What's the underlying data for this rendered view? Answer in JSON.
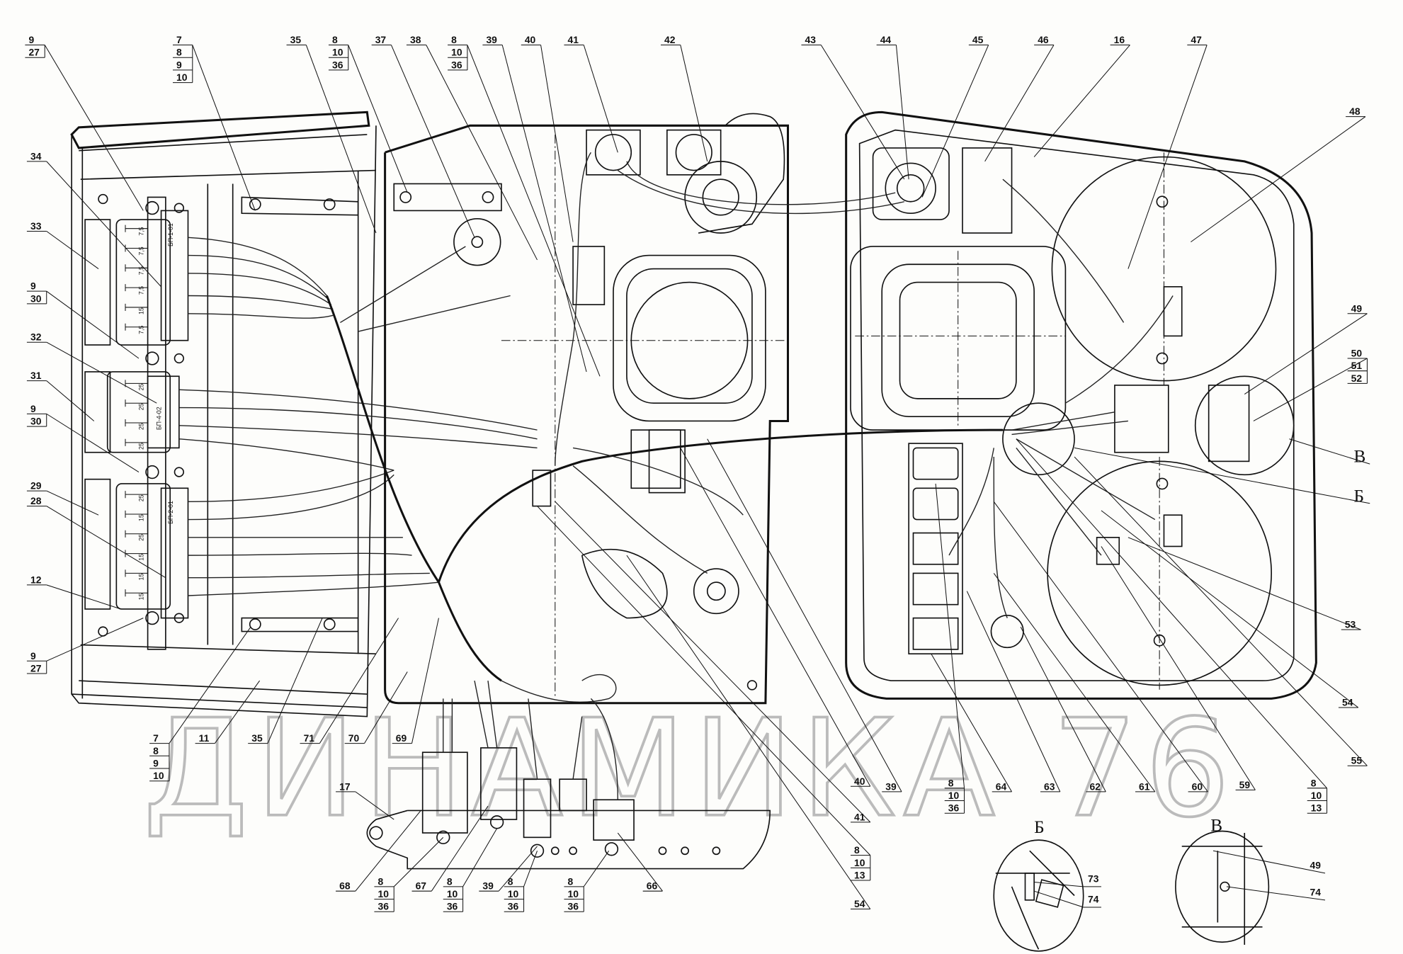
{
  "drawing": {
    "watermark": "ДИНАМИКА 76",
    "connectors": [
      "БП-1-01",
      "БП-4-02",
      "БП-2-01"
    ],
    "fuse_ratings": {
      "block_1": [
        "7,5",
        "7,5",
        "7,5",
        "7,5",
        "15",
        "7,5"
      ],
      "block_4": [
        "25",
        "25",
        "25",
        "25"
      ],
      "block_2": [
        "25",
        "15",
        "25",
        "15",
        "15",
        "15"
      ]
    },
    "detail_views": [
      {
        "title": "Б",
        "callouts": [
          "73",
          "74"
        ]
      },
      {
        "title": "В",
        "callouts": [
          "49",
          "74"
        ]
      }
    ]
  },
  "callouts": [
    {
      "lines": [
        "9",
        "27"
      ]
    },
    {
      "lines": [
        "7",
        "8",
        "9",
        "10"
      ]
    },
    {
      "lines": [
        "35"
      ]
    },
    {
      "lines": [
        "8",
        "10",
        "36"
      ]
    },
    {
      "lines": [
        "37"
      ]
    },
    {
      "lines": [
        "38"
      ]
    },
    {
      "lines": [
        "8",
        "10",
        "36"
      ]
    },
    {
      "lines": [
        "39"
      ]
    },
    {
      "lines": [
        "40"
      ]
    },
    {
      "lines": [
        "41"
      ]
    },
    {
      "lines": [
        "42"
      ]
    },
    {
      "lines": [
        "43"
      ]
    },
    {
      "lines": [
        "44"
      ]
    },
    {
      "lines": [
        "45"
      ]
    },
    {
      "lines": [
        "46"
      ]
    },
    {
      "lines": [
        "16"
      ]
    },
    {
      "lines": [
        "47"
      ]
    },
    {
      "lines": [
        "48"
      ]
    },
    {
      "lines": [
        "49"
      ]
    },
    {
      "lines": [
        "50",
        "51",
        "52"
      ]
    },
    {
      "lines": [
        "В"
      ]
    },
    {
      "lines": [
        "Б"
      ]
    },
    {
      "lines": [
        "53"
      ]
    },
    {
      "lines": [
        "54"
      ]
    },
    {
      "lines": [
        "55"
      ]
    },
    {
      "lines": [
        "8",
        "10",
        "13"
      ]
    },
    {
      "lines": [
        "59"
      ]
    },
    {
      "lines": [
        "60"
      ]
    },
    {
      "lines": [
        "61"
      ]
    },
    {
      "lines": [
        "62"
      ]
    },
    {
      "lines": [
        "63"
      ]
    },
    {
      "lines": [
        "64"
      ]
    },
    {
      "lines": [
        "8",
        "10",
        "36"
      ]
    },
    {
      "lines": [
        "39"
      ]
    },
    {
      "lines": [
        "40"
      ]
    },
    {
      "lines": [
        "41"
      ]
    },
    {
      "lines": [
        "8",
        "10",
        "13"
      ]
    },
    {
      "lines": [
        "54"
      ]
    },
    {
      "lines": [
        "7",
        "8",
        "9",
        "10"
      ]
    },
    {
      "lines": [
        "11"
      ]
    },
    {
      "lines": [
        "35"
      ]
    },
    {
      "lines": [
        "71"
      ]
    },
    {
      "lines": [
        "70"
      ]
    },
    {
      "lines": [
        "69"
      ]
    },
    {
      "lines": [
        "17"
      ]
    },
    {
      "lines": [
        "68"
      ]
    },
    {
      "lines": [
        "8",
        "10",
        "36"
      ]
    },
    {
      "lines": [
        "67"
      ]
    },
    {
      "lines": [
        "8",
        "10",
        "36"
      ]
    },
    {
      "lines": [
        "39"
      ]
    },
    {
      "lines": [
        "8",
        "10",
        "36"
      ]
    },
    {
      "lines": [
        "8",
        "10",
        "36"
      ]
    },
    {
      "lines": [
        "66"
      ]
    },
    {
      "lines": [
        "34"
      ]
    },
    {
      "lines": [
        "33"
      ]
    },
    {
      "lines": [
        "9",
        "30"
      ]
    },
    {
      "lines": [
        "32"
      ]
    },
    {
      "lines": [
        "31"
      ]
    },
    {
      "lines": [
        "9",
        "30"
      ]
    },
    {
      "lines": [
        "29"
      ]
    },
    {
      "lines": [
        "28"
      ]
    },
    {
      "lines": [
        "12"
      ]
    },
    {
      "lines": [
        "9",
        "27"
      ]
    }
  ]
}
